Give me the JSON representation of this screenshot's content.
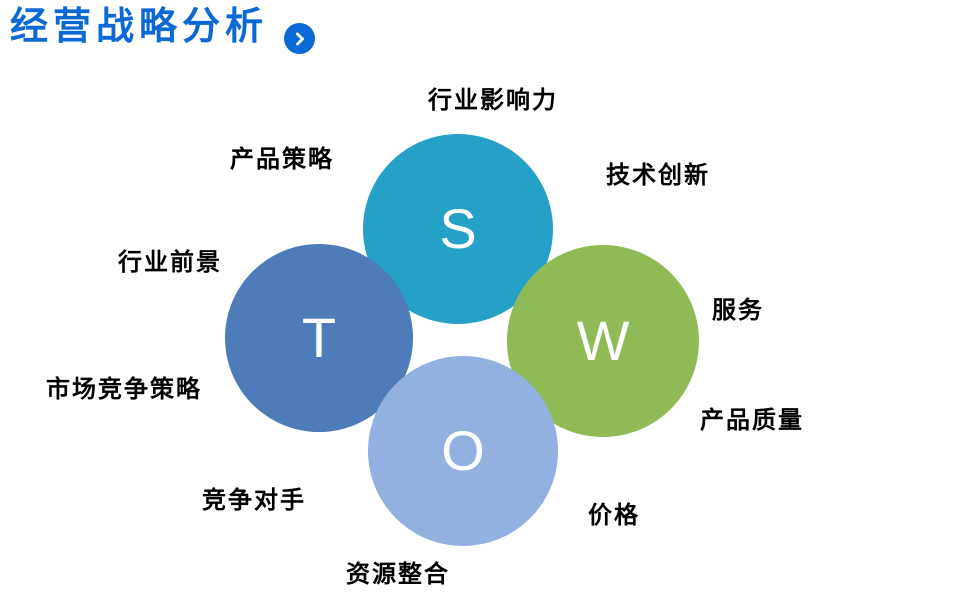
{
  "title": {
    "text": "经营战略分析",
    "color": "#0A69D4",
    "icon": "chevron-right-circle"
  },
  "swot": {
    "letter_color": "#FFFFFF",
    "circles": {
      "s": {
        "letter": "S",
        "color": "#25A0C6"
      },
      "w": {
        "letter": "W",
        "color": "#90BA55"
      },
      "o": {
        "letter": "O",
        "color": "#92B0E0"
      },
      "t": {
        "letter": "T",
        "color": "#4E7CB8"
      }
    },
    "labels": [
      {
        "text": "行业影响力",
        "emphasis": false
      },
      {
        "text": "产品策略",
        "emphasis": false
      },
      {
        "text": "技术创新",
        "emphasis": false
      },
      {
        "text": "行业前景",
        "emphasis": false
      },
      {
        "text": "服务",
        "emphasis": false
      },
      {
        "text": "市场竞争策略",
        "emphasis": true
      },
      {
        "text": "产品质量",
        "emphasis": true
      },
      {
        "text": "竞争对手",
        "emphasis": false
      },
      {
        "text": "价格",
        "emphasis": false
      },
      {
        "text": "资源整合",
        "emphasis": false
      }
    ]
  }
}
